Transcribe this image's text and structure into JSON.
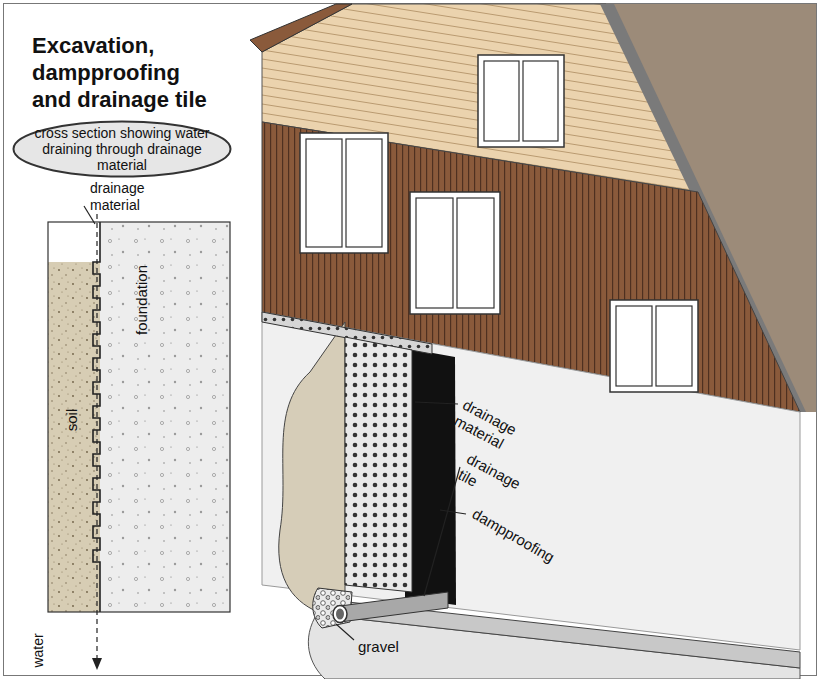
{
  "diagram": {
    "title": "Excavation, dampproofing and drainage tile",
    "nodes": [
      {
        "text": [
          "cross section showing water draining through drainage material"
        ]
      }
    ],
    "labels": [
      "drainage material",
      "soil",
      "foundation",
      "water",
      "drainage material",
      "drainage tile",
      "dampproofing",
      "gravel"
    ]
  }
}
